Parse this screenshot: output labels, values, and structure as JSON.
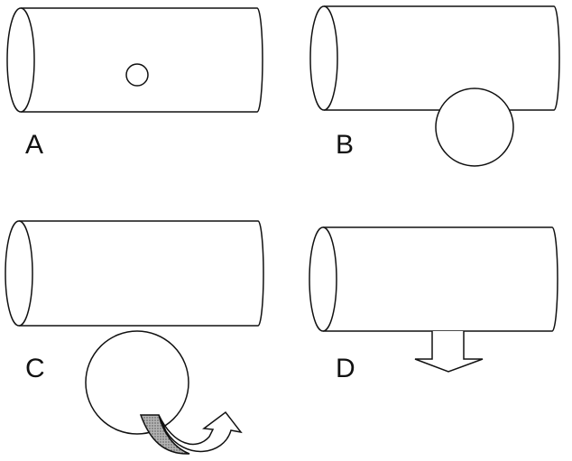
{
  "panels": [
    {
      "id": "A",
      "label": "A"
    },
    {
      "id": "B",
      "label": "B"
    },
    {
      "id": "C",
      "label": "C"
    },
    {
      "id": "D",
      "label": "D"
    }
  ],
  "colors": {
    "stroke": "#111111",
    "fill": "#ffffff",
    "shaded_band": "#9a9a9a"
  }
}
